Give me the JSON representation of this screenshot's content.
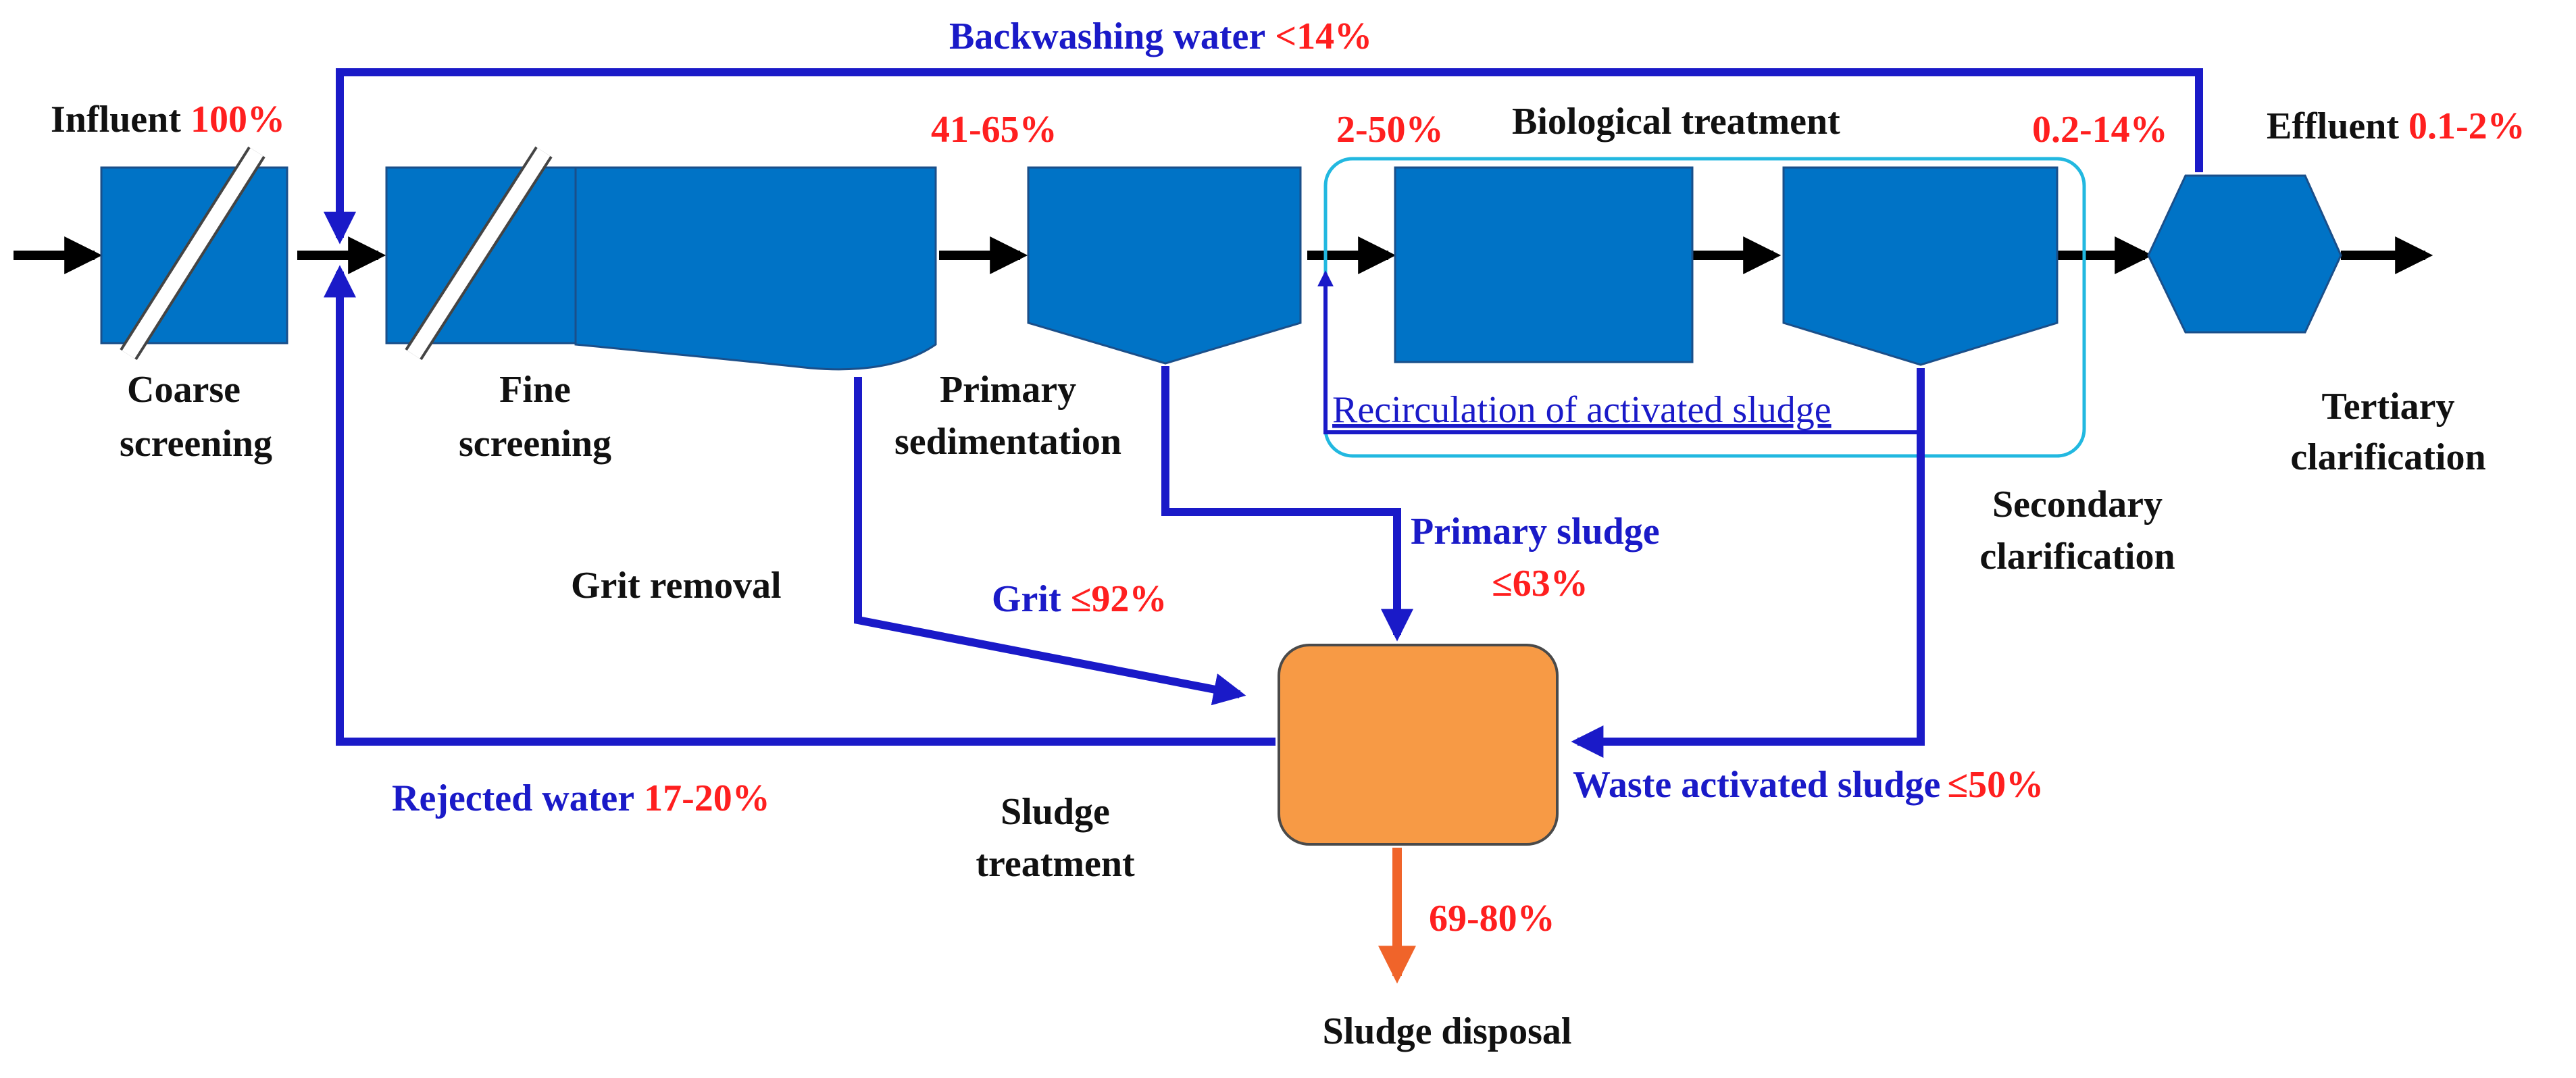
{
  "labels": {
    "influent": "Influent",
    "influent_pct": "100%",
    "backwashing": "Backwashing water",
    "backwashing_pct": "<14%",
    "pct_41_65": "41-65%",
    "pct_2_50": "2-50%",
    "biological": "Biological treatment",
    "pct_02_14": "0.2-14%",
    "effluent": "Effluent",
    "effluent_pct": "0.1-2%",
    "coarse_1": "Coarse",
    "coarse_2": "screening",
    "fine_1": "Fine",
    "fine_2": "screening",
    "primary_1": "Primary",
    "primary_2": "sedimentation",
    "recirculation": "Recirculation of activated sludge",
    "tertiary_1": "Tertiary",
    "tertiary_2": "clarification",
    "secondary_1": "Secondary",
    "secondary_2": "clarification",
    "primary_sludge": "Primary sludge",
    "primary_sludge_pct": "≤63%",
    "grit_removal": "Grit removal",
    "grit": "Grit",
    "grit_pct": "≤92%",
    "rejected": "Rejected water",
    "rejected_pct": "17-20%",
    "waste": "Waste activated sludge",
    "waste_pct": "≤50%",
    "sludge_treat_1": "Sludge",
    "sludge_treat_2": "treatment",
    "disposal_pct": "69-80%",
    "disposal": "Sludge disposal"
  },
  "colors": {
    "unit_fill": "#0073c6",
    "sludge_fill": "#f79a45",
    "flow_blue": "#1a1ac8",
    "percent_red": "#ff1f1f",
    "disposal_arrow": "#f0642a",
    "bio_outline": "#22b8e0"
  }
}
